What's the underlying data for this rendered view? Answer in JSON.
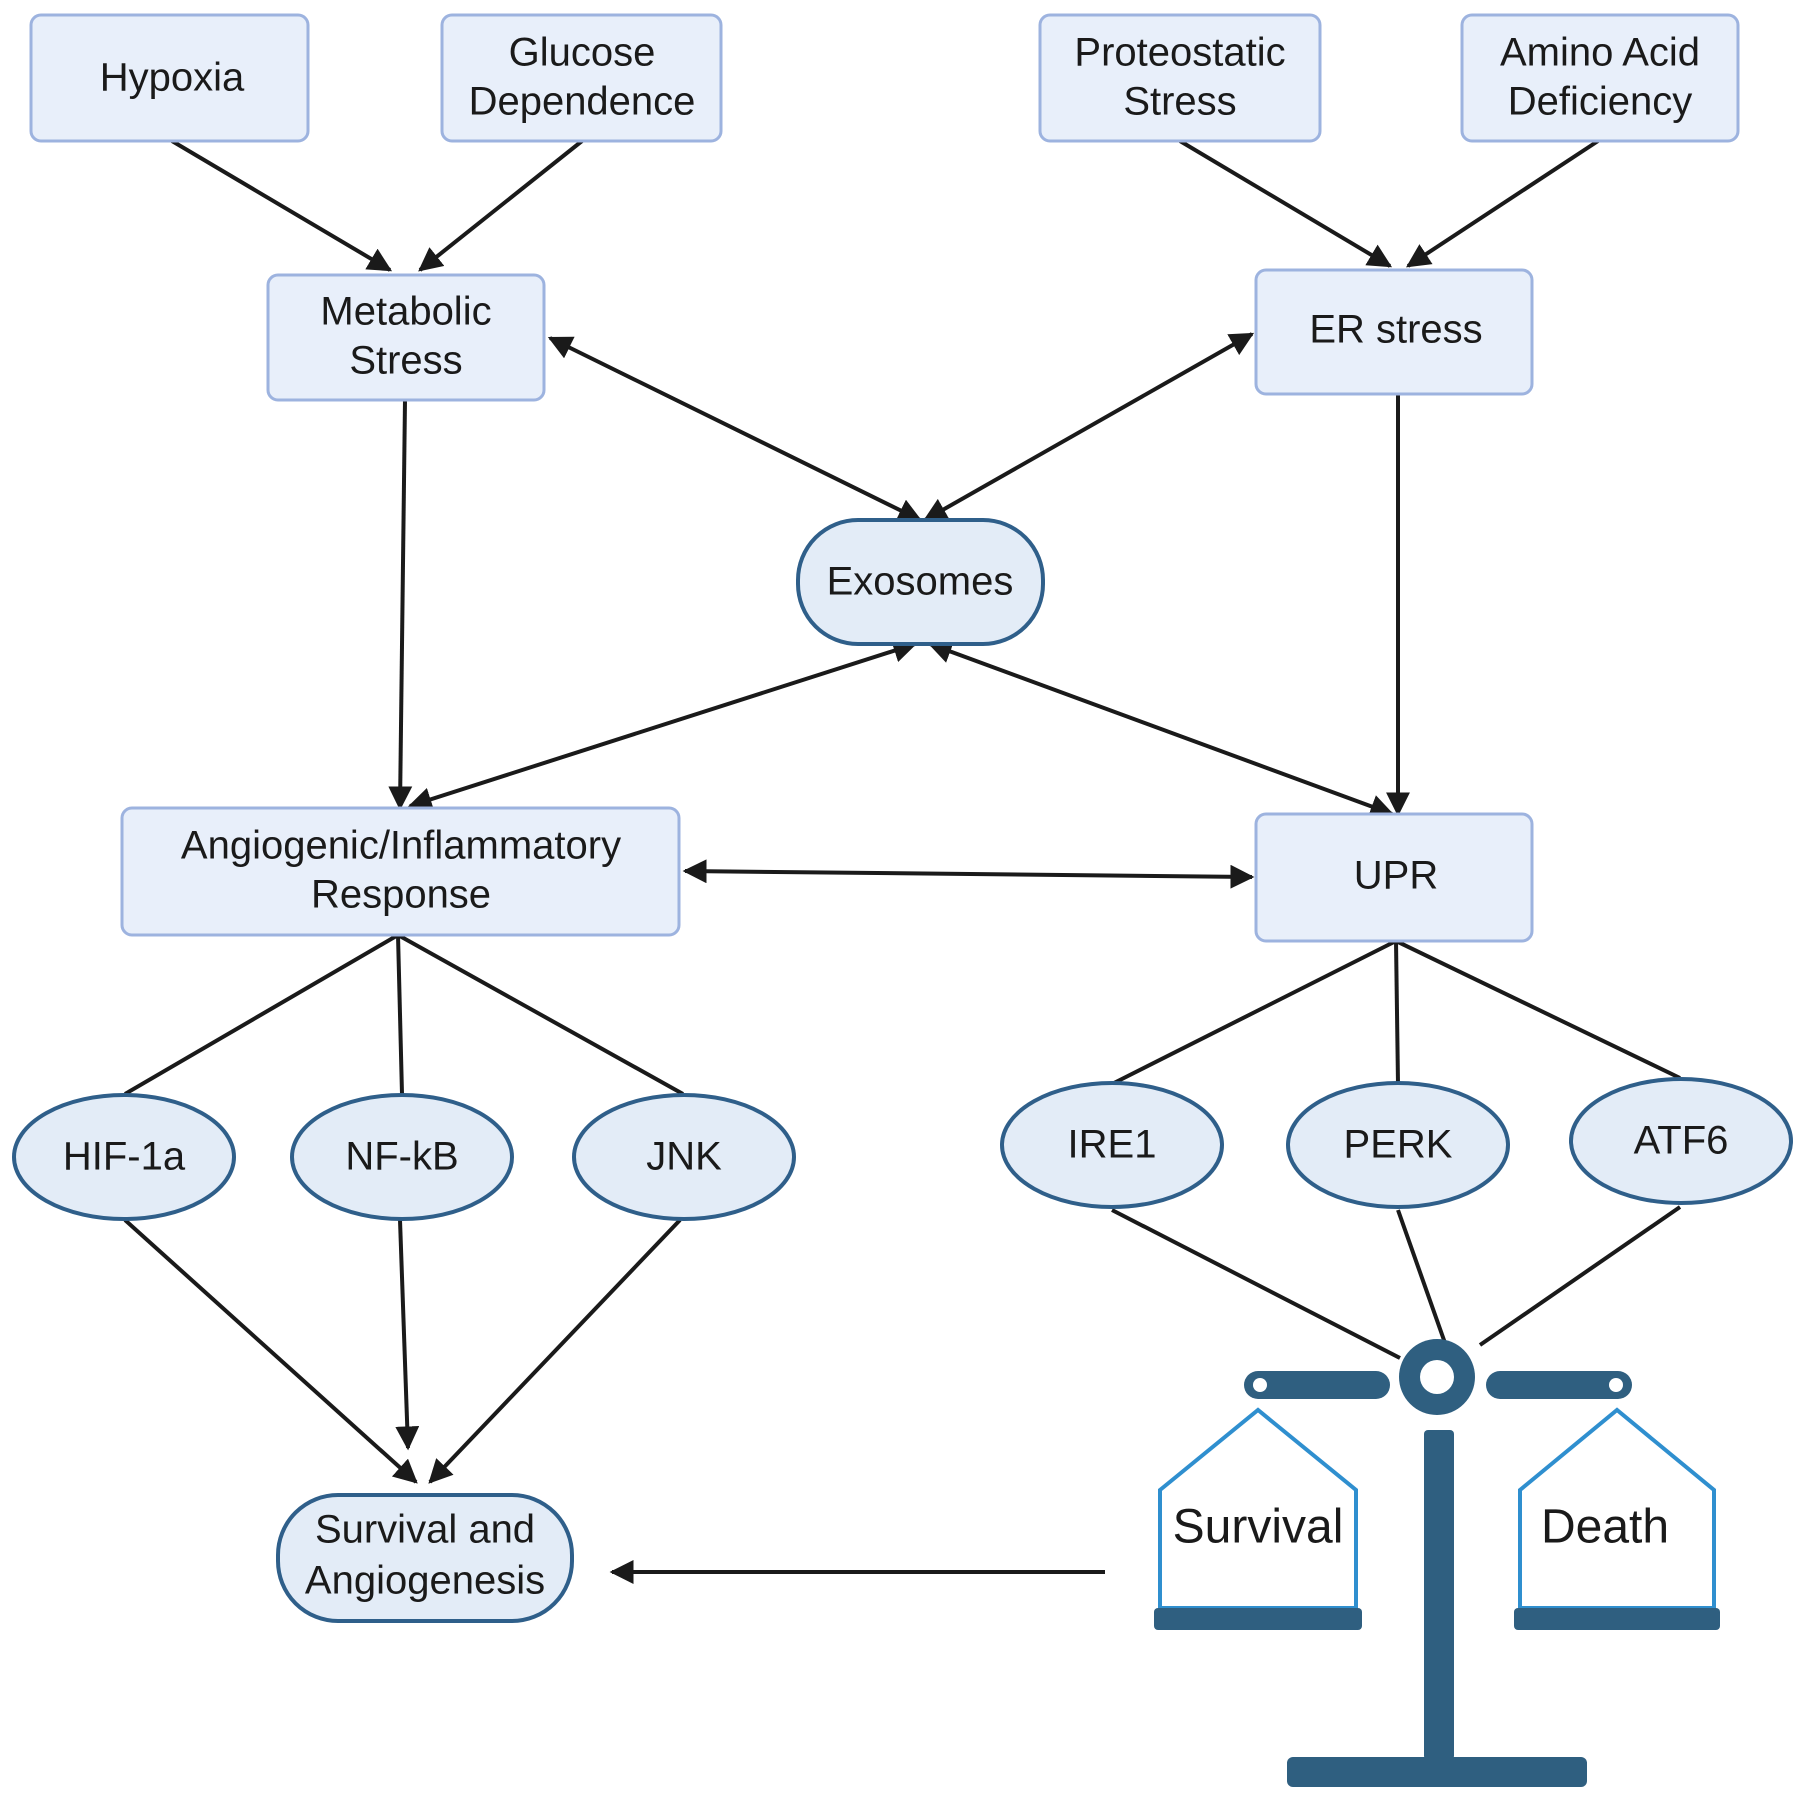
{
  "nodes": {
    "hypoxia": [
      "Hypoxia"
    ],
    "glucose": [
      "Glucose",
      "Dependence"
    ],
    "proteostatic": [
      "Proteostatic",
      "Stress"
    ],
    "amino": [
      "Amino Acid",
      "Deficiency"
    ],
    "metabolic": [
      "Metabolic",
      "Stress"
    ],
    "er_stress": [
      "ER stress"
    ],
    "exosomes": [
      "Exosomes"
    ],
    "angiogenic": [
      "Angiogenic/Inflammatory",
      "Response"
    ],
    "upr": [
      "UPR"
    ],
    "hif": [
      "HIF-1a"
    ],
    "nfkb": [
      "NF-kB"
    ],
    "jnk": [
      "JNK"
    ],
    "ire1": [
      "IRE1"
    ],
    "perk": [
      "PERK"
    ],
    "atf6": [
      "ATF6"
    ],
    "survival_angio": [
      "Survival and",
      "Angiogenesis"
    ]
  },
  "scale": {
    "left_pan_label": "Survival",
    "right_pan_label": "Death"
  },
  "colors": {
    "box_fill": "#e8effa",
    "box_stroke": "#9db3df",
    "oval_fill": "#e3ecf7",
    "oval_stroke": "#2f5f8a",
    "scale": "#2f5f80",
    "pan_stroke": "#2f8fcf"
  }
}
